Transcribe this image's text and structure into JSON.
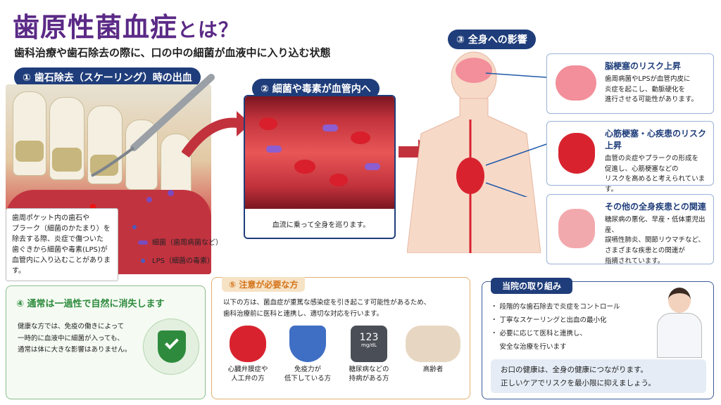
{
  "header": {
    "title_main": "歯原性菌血症",
    "title_tail": "とは？",
    "subtitle": "歯科治療や歯石除去の際に、口の中の細菌が血液中に入り込む状態"
  },
  "section1": {
    "label": "① 歯石除去（スケーリング）時の出血",
    "caption": [
      "歯周ポケット内の歯石や",
      "プラーク（細菌のかたまり）を",
      "除去する際、炎症で傷ついた",
      "歯ぐきから細菌や毒素(LPS)が",
      "血管内に入り込むことがあります。"
    ],
    "legend_bacteria": "細菌（歯周病菌など）",
    "legend_lps": "LPS（細菌の毒素）"
  },
  "section2": {
    "label": "② 細菌や毒素が血管内へ",
    "caption": "血流に乗って全身を巡ります。"
  },
  "section3": {
    "label": "③ 全身への影響",
    "boxes": [
      {
        "title": "脳梗塞のリスク上昇",
        "lines": [
          "歯周病菌やLPSが血管内皮に",
          "炎症を起こし、動脈硬化を",
          "進行させる可能性があります。"
        ]
      },
      {
        "title": "心筋梗塞・心疾患のリスク上昇",
        "lines": [
          "血管の炎症やプラークの形成を",
          "促進し、心筋梗塞などの",
          "リスクを高めると考えられています。"
        ]
      },
      {
        "title": "その他の全身疾患との関連",
        "lines": [
          "糖尿病の悪化、早産・低体重児出産、",
          "誤嚥性肺炎、関節リウマチなど、",
          "さまざまな疾患との関連が",
          "指摘されています。"
        ]
      }
    ]
  },
  "section4": {
    "label": "④ 通常は一過性で自然に消失します",
    "lines": [
      "健康な方では、免疫の働きによって",
      "一時的に血液中に細菌が入っても、",
      "通常は体に大きな影響はありません。"
    ]
  },
  "section5": {
    "label": "⑤ 注意が必要な方",
    "lines": [
      "以下の方は、菌血症が重篤な感染症を引き起こす可能性があるため、",
      "歯科治療前に医科と連携し、適切な対応を行います。"
    ],
    "items": [
      {
        "l1": "心臓弁膜症や",
        "l2": "人工弁の方"
      },
      {
        "l1": "免疫力が",
        "l2": "低下している方"
      },
      {
        "l1": "糖尿病などの",
        "l2": "持病がある方"
      },
      {
        "l1": "高齢者",
        "l2": ""
      }
    ],
    "meter_value": "123",
    "meter_unit": "mg/dL"
  },
  "section6": {
    "label": "当院の取り組み",
    "bullets": [
      "・ 段階的な歯石除去で炎症をコントロール",
      "・ 丁寧なスケーリングと出血の最小化",
      "・ 必要に応じて医科と連携し、",
      "　 安全な治療を行います"
    ],
    "message": [
      "お口の健康は、全身の健康につながります。",
      "正しいケアでリスクを最小限に抑えましょう。"
    ]
  },
  "colors": {
    "navy": "#1f3d7a",
    "purple": "#5b2a86",
    "orange": "#d4731a",
    "green": "#2e8b3d"
  }
}
